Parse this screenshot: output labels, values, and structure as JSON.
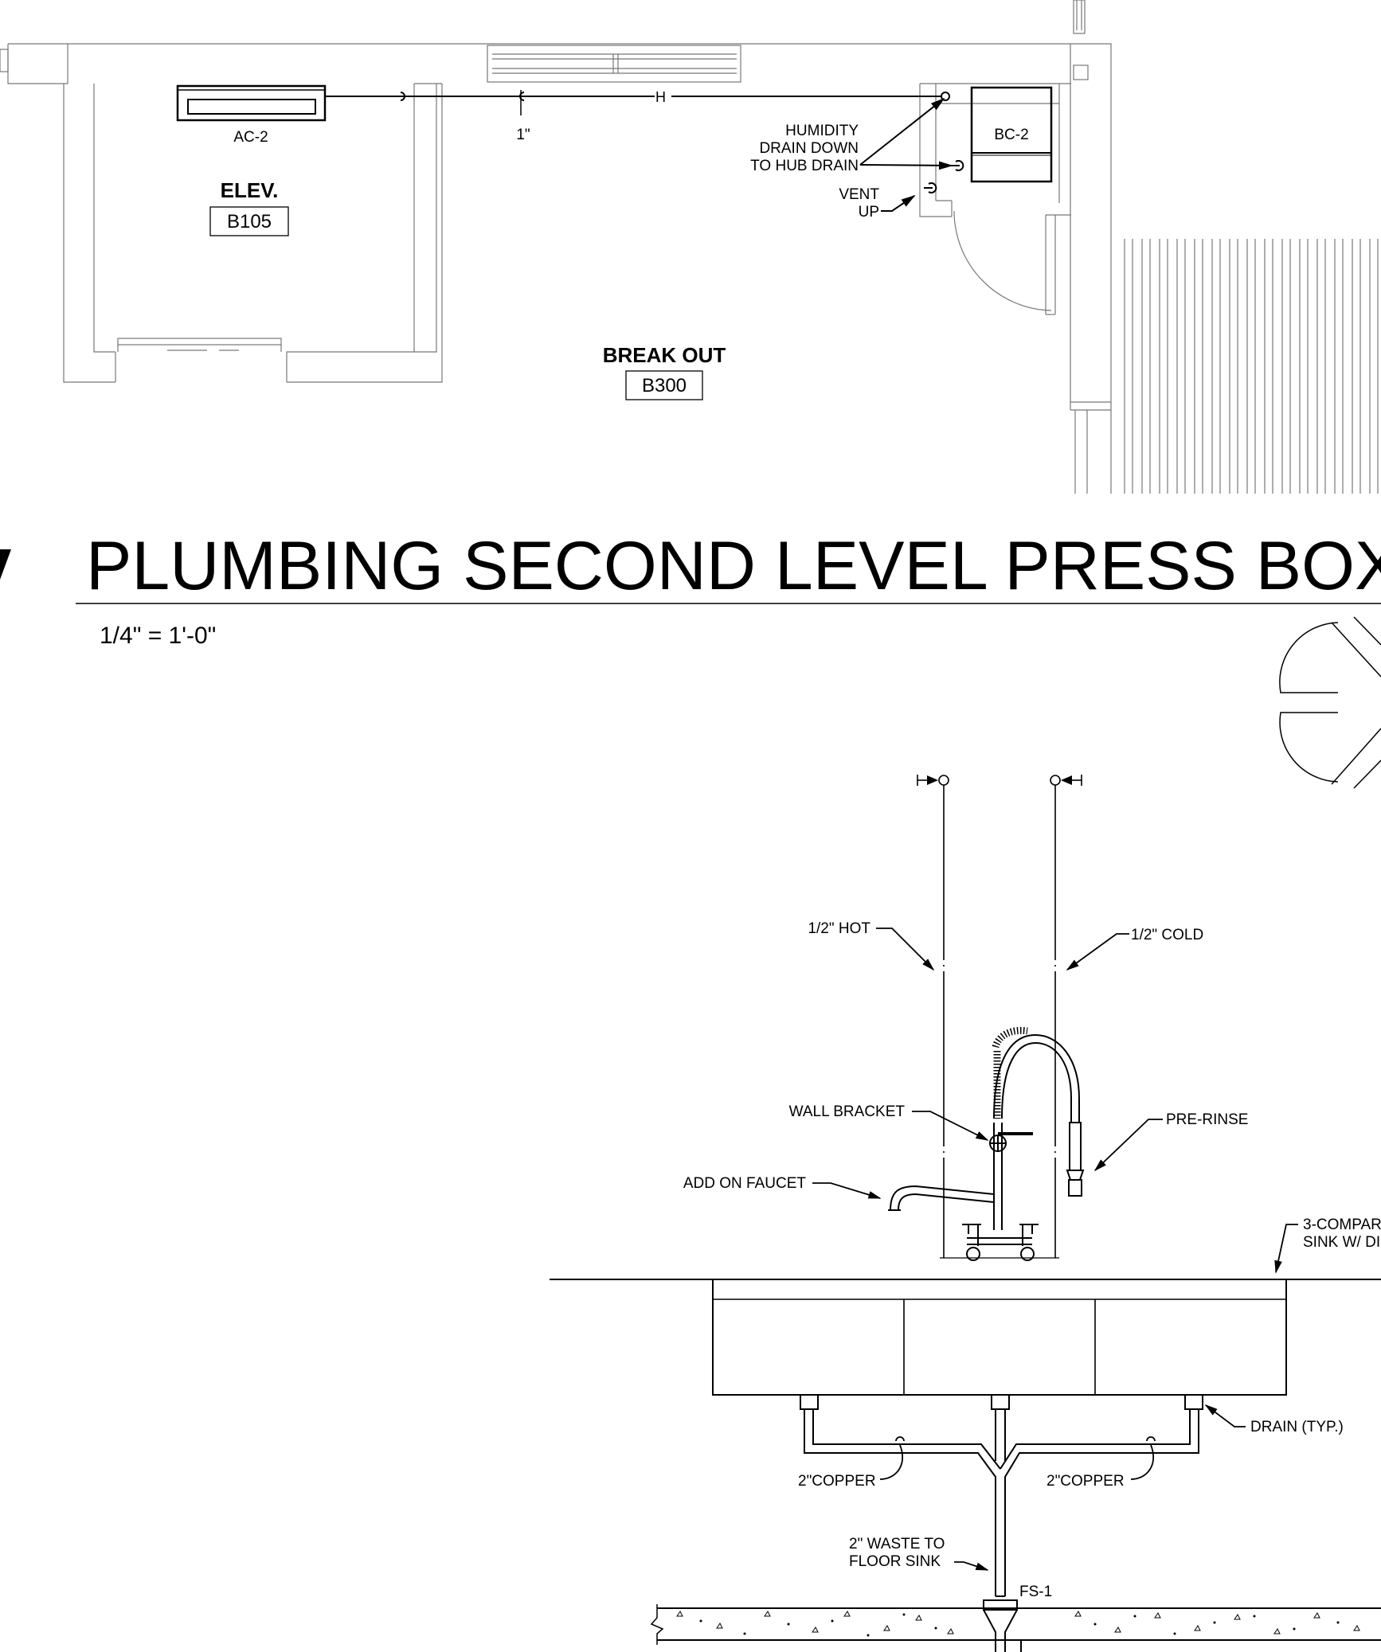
{
  "plan": {
    "equipment": {
      "ac2": "AC-2",
      "bc2": "BC-2"
    },
    "pipe_size": "1\"",
    "humidity_note": [
      "HUMIDITY",
      "DRAIN DOWN",
      "TO HUB DRAIN"
    ],
    "vent_note": [
      "VENT",
      "UP"
    ],
    "rooms": [
      {
        "name": "ELEV.",
        "number": "B105"
      },
      {
        "name": "BREAK OUT",
        "number": "B300"
      }
    ]
  },
  "drawing": {
    "title": "PLUMBING SECOND LEVEL PRESS BOX",
    "scale": "1/4\" = 1'-0\""
  },
  "detail": {
    "labels": {
      "hot": "1/2\" HOT",
      "cold": "1/2\" COLD",
      "wall_bracket": "WALL BRACKET",
      "pre_rinse": "PRE-RINSE",
      "add_on_faucet": "ADD ON FAUCET",
      "sink_line1": "3-COMPAR",
      "sink_line2": "SINK W/ DI",
      "drain": "DRAIN (TYP.)",
      "copper_left": "2\"COPPER",
      "copper_right": "2\"COPPER",
      "waste_line1": "2\" WASTE TO",
      "waste_line2": "FLOOR SINK",
      "floor_sink": "FS-1"
    }
  }
}
